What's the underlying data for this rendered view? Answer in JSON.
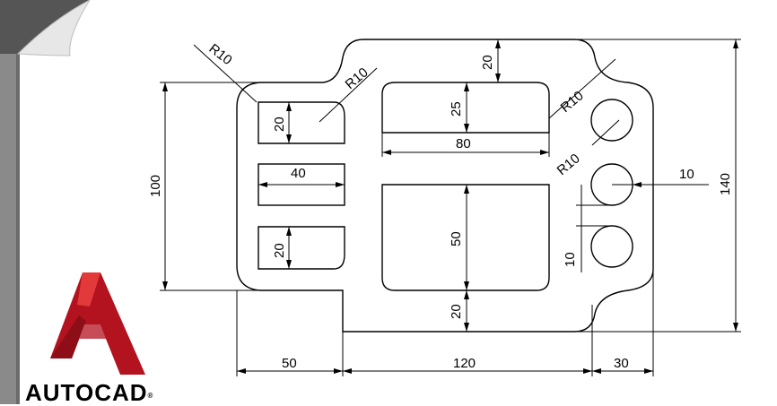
{
  "logo": {
    "wordmark": "AUTOCAD",
    "reg_mark": "®",
    "accent": "#c8102e"
  },
  "dimensions": {
    "r_top_left": "R10",
    "r_slot_top": "R10",
    "r_right_upper": "R10",
    "r_right_lower": "R10",
    "top_gap": "20",
    "slot_top_height": "25",
    "slot_top_width": "80",
    "slot_left_top_height": "20",
    "slot_left_mid_width": "40",
    "slot_left_bottom_height": "20",
    "slot_big_height": "50",
    "bottom_gap": "20",
    "overall_height_left": "100",
    "overall_height_right": "140",
    "hole_offset": "10",
    "hole_spacing": "10",
    "bottom_left": "50",
    "bottom_mid": "120",
    "bottom_right": "30"
  }
}
